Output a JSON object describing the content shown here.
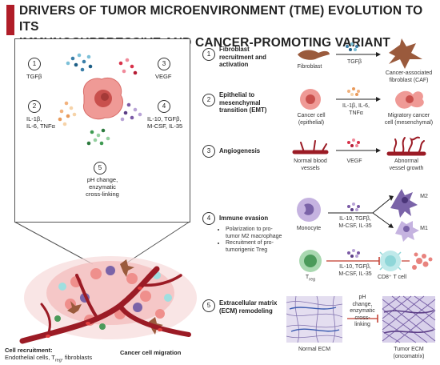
{
  "title": {
    "line1": "DRIVERS OF TUMOR MICROENVIRONMENT (TME) EVOLUTION TO ITS",
    "line2": "IMMUNOSUPPRESSIVE AND CANCER-PROMOTING VARIANT"
  },
  "panel": {
    "items": [
      {
        "num": "1",
        "label": "TGFβ"
      },
      {
        "num": "2",
        "label_lines": [
          "IL-1β,",
          "IL-6, TNFα"
        ]
      },
      {
        "num": "3",
        "label": "VEGF"
      },
      {
        "num": "4",
        "label_lines": [
          "IL-10, TGFβ,",
          "M-CSF, IL-35"
        ]
      },
      {
        "num": "5",
        "label_lines": [
          "pH change,",
          "enzymatic",
          "cross-linking"
        ]
      }
    ]
  },
  "bottom": {
    "recruit_title": "Cell recruitment:",
    "recruit_detail_prefix": "Endothelial cells, T",
    "recruit_detail_sub": "reg",
    "recruit_detail_suffix": ", fibroblasts",
    "migration": "Cancer cell migration"
  },
  "steps": [
    {
      "num": "1",
      "heading_lines": [
        "Fibroblast",
        "recruitment and",
        "activation"
      ],
      "left_label": "Fibroblast",
      "arrow_label": "TGFβ",
      "right_label_lines": [
        "Cancer-associated",
        "fibroblast (CAF)"
      ]
    },
    {
      "num": "2",
      "heading_lines": [
        "Epithelial to",
        "mesenchymal",
        "transition (EMT)"
      ],
      "left_label_lines": [
        "Cancer cell",
        "(epithelial)"
      ],
      "arrow_label_lines": [
        "IL-1β, IL-6,",
        "TNFα"
      ],
      "right_label_lines": [
        "Migratory cancer",
        "cell (mesenchymal)"
      ]
    },
    {
      "num": "3",
      "heading_lines": [
        "Angiogenesis"
      ],
      "left_label_lines": [
        "Normal blood",
        "vessels"
      ],
      "arrow_label": "VEGF",
      "right_label_lines": [
        "Abnormal",
        "vessel growth"
      ]
    },
    {
      "num": "4",
      "heading_lines": [
        "Immune evasion"
      ],
      "bullets": [
        "Polarization to pro-tumor M2 macrophage",
        "Recruitment of pro-tumorigenic Treg"
      ],
      "bullet_lines": [
        [
          "Polarization to pro-",
          "tumor M2 macrophage"
        ],
        [
          "Recruitment of pro-",
          "tumorigenic Treg"
        ]
      ],
      "monocyte_label": "Monocyte",
      "arrow_label_lines": [
        "IL-10, TGFβ,",
        "M-CSF, IL-35"
      ],
      "m2_label": "M2",
      "m1_label": "M1",
      "treg_label_main": "T",
      "treg_label_sub": "reg",
      "treg_arrow_label_lines": [
        "IL-10, TGFβ,",
        "M-CSF, IL-35"
      ],
      "cd8_label": "CD8⁺ T cell"
    },
    {
      "num": "5",
      "heading_lines": [
        "Extracellular matrix",
        "(ECM) remodeling"
      ],
      "arrow_label_lines": [
        "pH",
        "change,",
        "enzymatic",
        "cross-",
        "linking"
      ],
      "left_label": "Normal ECM",
      "right_label_lines": [
        "Tumor ECM",
        "(oncomatrix)"
      ]
    }
  ],
  "colors": {
    "title_accent": "#b01d28",
    "fibroblast": "#9a5a3c",
    "cancer_cell": "#e8837e",
    "vessel": "#9b1b25",
    "monocyte": "#a98fc9",
    "treg": "#4b9a5a",
    "cd8": "#8fd6d8",
    "ecm_bg": "#d8d0ea"
  }
}
